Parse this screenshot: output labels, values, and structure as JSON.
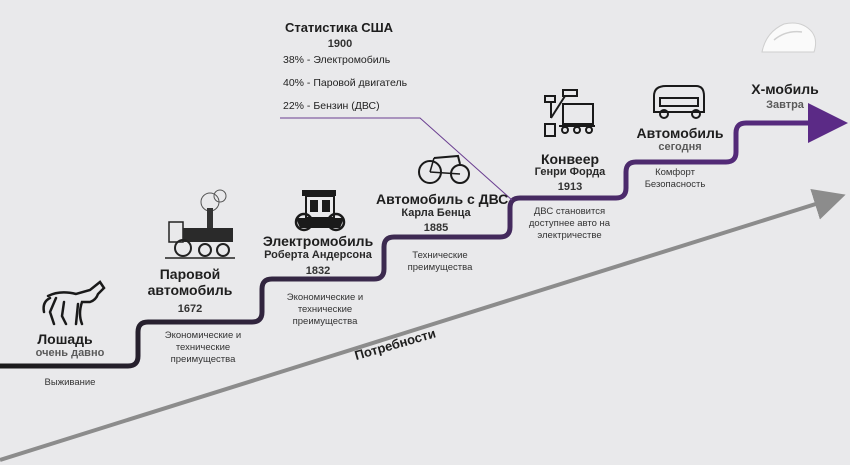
{
  "stats": {
    "title": "Статистика США",
    "year": "1900",
    "lines": [
      "38% - Электромобиль",
      "40% - Паровой двигатель",
      "22% - Бензин (ДВС)"
    ]
  },
  "needs_label": "Потребности",
  "stages": [
    {
      "title": "Лошадь",
      "subtitle": "очень давно",
      "year": "",
      "note": "Выживание",
      "icon": "horse-icon"
    },
    {
      "title": "Паровой автомобиль",
      "subtitle": "",
      "year": "1672",
      "note": "Экономические и технические преимущества",
      "icon": "steam-locomotive-icon"
    },
    {
      "title": "Электромобиль",
      "subtitle": "Роберта Андерсона",
      "year": "1832",
      "note": "Экономические и технические преимущества",
      "icon": "carriage-car-icon"
    },
    {
      "title": "Автомобиль с ДВС",
      "subtitle": "Карла Бенца",
      "year": "1885",
      "note": "Технические преимущества",
      "icon": "benz-tricycle-icon"
    },
    {
      "title": "Конвеер",
      "subtitle": "Генри Форда",
      "year": "1913",
      "note": "ДВС становится доступнее авто на электричестве",
      "icon": "assembly-robot-icon"
    },
    {
      "title": "Автомобиль",
      "subtitle": "сегодня",
      "year": "",
      "note": "Комфорт Безопасность",
      "icon": "modern-car-icon"
    },
    {
      "title": "X-мобиль",
      "subtitle": "Завтра",
      "year": "",
      "note": "",
      "icon": "future-car-icon"
    }
  ],
  "colors": {
    "background": "#e9e9eb",
    "staircase_start": "#1a1a1a",
    "staircase_end": "#5b2a86",
    "needs_arrow": "#8c8c8c"
  }
}
